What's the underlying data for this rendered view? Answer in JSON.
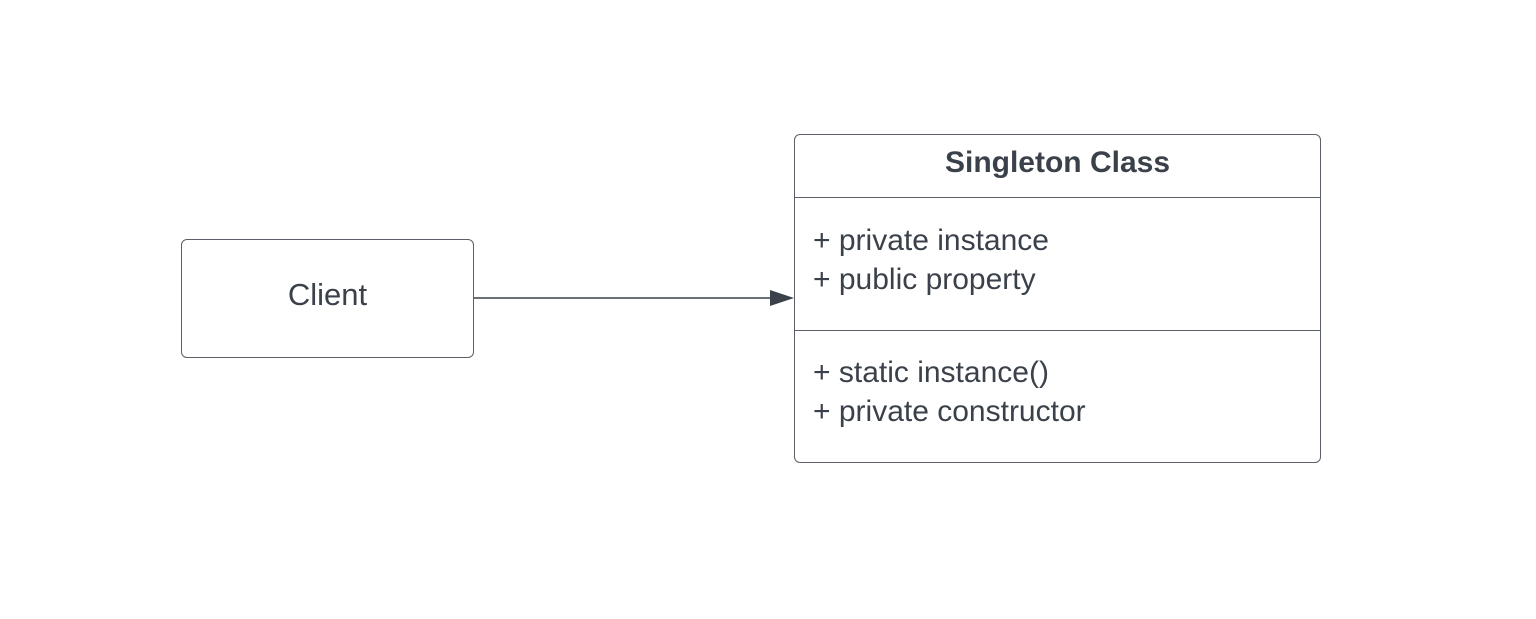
{
  "diagram": {
    "type": "UML class diagram",
    "client": {
      "label": "Client"
    },
    "singleton": {
      "title": "Singleton Class",
      "attributes": [
        "+ private instance",
        "+ public property"
      ],
      "methods": [
        "+ static instance()",
        "+ private constructor"
      ]
    },
    "edges": [
      {
        "from": "Client",
        "to": "Singleton Class",
        "style": "solid-line filled-arrow"
      }
    ],
    "colors": {
      "stroke": "#5b6068",
      "text": "#3a414a",
      "background": "#ffffff"
    }
  }
}
